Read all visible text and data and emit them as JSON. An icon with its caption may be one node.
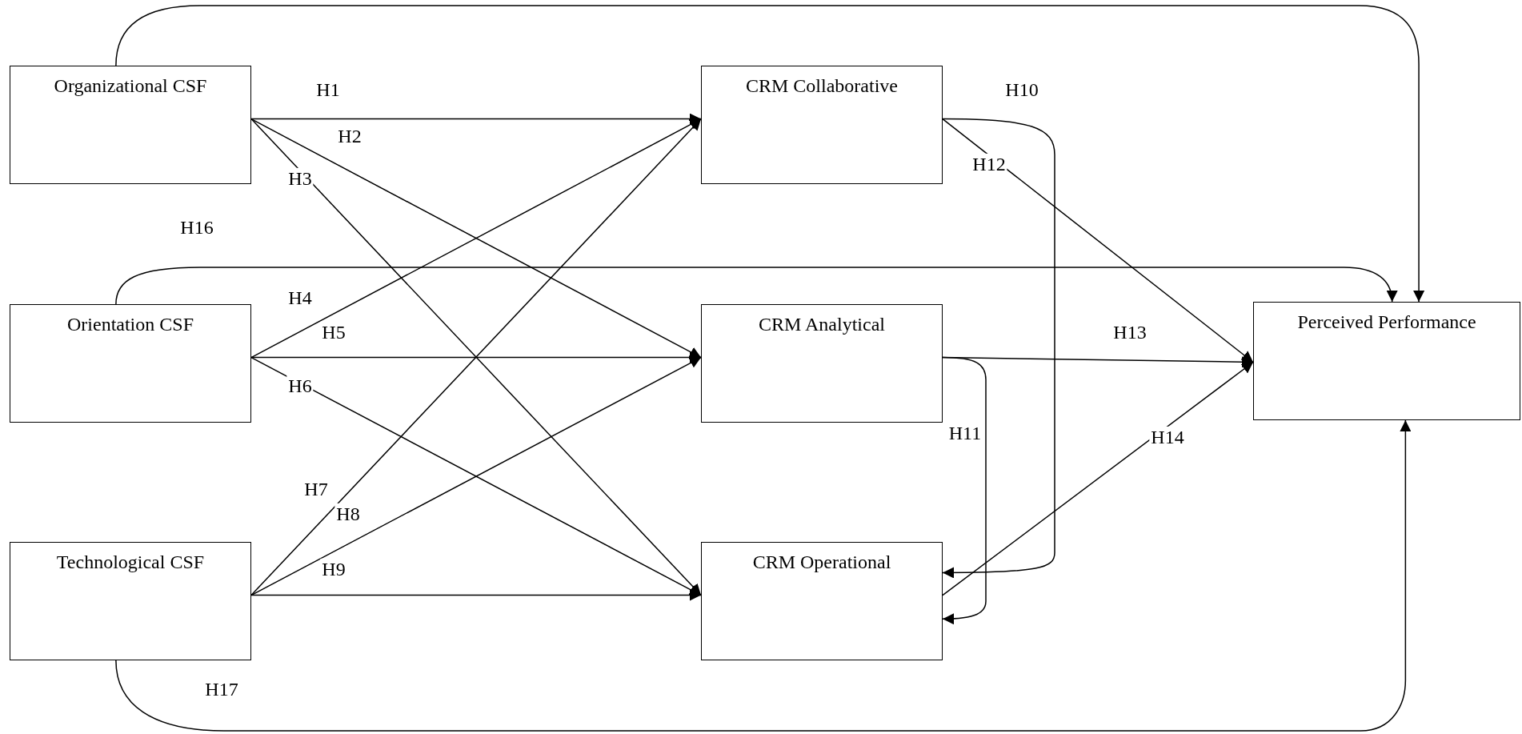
{
  "diagram": {
    "nodes": [
      {
        "text": [
          "Organizational CSF"
        ]
      },
      {
        "text": [
          "CRM Collaborative"
        ]
      },
      {
        "text": [
          "Orientation CSF"
        ]
      },
      {
        "text": [
          "CRM Analytical"
        ]
      },
      {
        "text": [
          "Perceived Performance"
        ]
      },
      {
        "text": [
          "Technological CSF"
        ]
      },
      {
        "text": [
          "CRM Operational"
        ]
      }
    ],
    "edges": [
      {
        "from": 0,
        "to": 1,
        "arrow": "to",
        "label": "H1"
      },
      {
        "from": 0,
        "to": 3,
        "arrow": "to",
        "label": "H2"
      },
      {
        "from": 0,
        "to": 6,
        "arrow": "to",
        "label": "H3"
      },
      {
        "from": 2,
        "to": 1,
        "arrow": "to",
        "label": "H4"
      },
      {
        "from": 2,
        "to": 3,
        "arrow": "to",
        "label": "H5"
      },
      {
        "from": 2,
        "to": 6,
        "arrow": "to",
        "label": "H6"
      },
      {
        "from": 5,
        "to": 1,
        "arrow": "to",
        "label": "H7"
      },
      {
        "from": 5,
        "to": 3,
        "arrow": "to",
        "label": "H8"
      },
      {
        "from": 5,
        "to": 6,
        "arrow": "to",
        "label": "H9"
      },
      {
        "from": 1,
        "to": 6,
        "arrow": "to",
        "label": "H10"
      },
      {
        "from": 3,
        "to": 6,
        "arrow": "to",
        "label": "H11"
      },
      {
        "from": 1,
        "to": 4,
        "arrow": "to",
        "label": "H12"
      },
      {
        "from": 3,
        "to": 4,
        "arrow": "to",
        "label": "H13"
      },
      {
        "from": 6,
        "to": 4,
        "arrow": "to",
        "label": "H14"
      },
      {
        "from": 0,
        "to": 4,
        "arrow": "to"
      },
      {
        "from": 2,
        "to": 4,
        "arrow": "to",
        "label": "H16"
      },
      {
        "from": 5,
        "to": 4,
        "arrow": "to",
        "label": "H17"
      }
    ]
  }
}
